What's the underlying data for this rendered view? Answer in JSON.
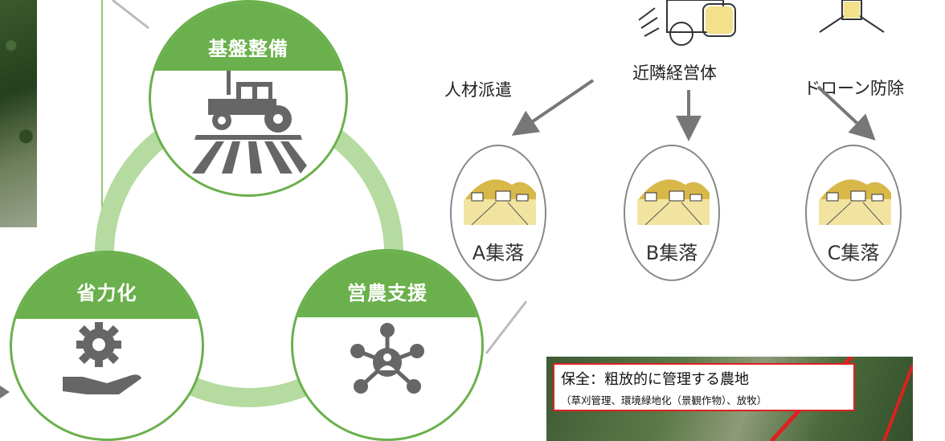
{
  "cycle": {
    "nodes": [
      {
        "label": "基盤整備",
        "icon": "tractor-field-icon"
      },
      {
        "label": "省力化",
        "icon": "gear-hand-icon"
      },
      {
        "label": "営農支援",
        "icon": "network-hub-icon"
      }
    ]
  },
  "villages": [
    {
      "label": "A集落"
    },
    {
      "label": "B集落"
    },
    {
      "label": "C集落"
    }
  ],
  "support": {
    "left": "人材派遣",
    "center": "近隣経営体",
    "right": "ドローン防除"
  },
  "photo_caption": {
    "title": "保全：粗放的に管理する農地",
    "subtitle": "（草刈管理、環境緑地化（景観作物）、放牧）"
  },
  "colors": {
    "accent_green": "#6ab04c",
    "ring_green": "#b5dba0",
    "frame_red": "#e02020"
  }
}
